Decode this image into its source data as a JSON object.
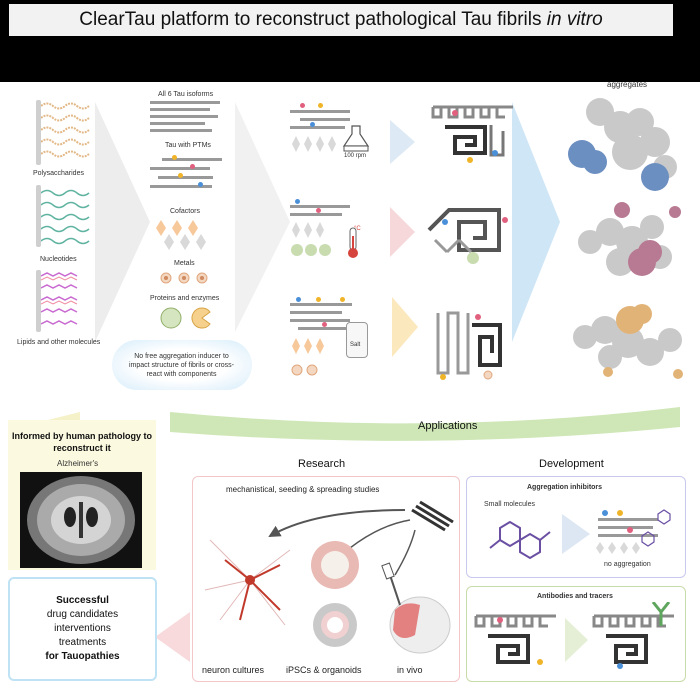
{
  "title": {
    "main": "ClearTau platform to reconstruct pathological Tau fibrils ",
    "italic": "in vitro"
  },
  "left_column": {
    "polysaccharides": "Polysaccharides",
    "nucleotides": "Nucleotides",
    "lipids": "Lipids and other molecules"
  },
  "components": {
    "isoforms": "All 6 Tau isoforms",
    "ptms": "Tau with PTMs",
    "cofactors": "Cofactors",
    "metals": "Metals",
    "proteins": "Proteins and enzymes",
    "note": "No free aggregation inducer to impact structure of fibrils or cross-react with components"
  },
  "conditions": {
    "rpm": "100 rpm",
    "salt": "Salt",
    "temp_unit": "°C"
  },
  "aggregates_label": "aggregates",
  "applications_label": "Applications",
  "informed": {
    "text": "Informed by human pathology to reconstruct it",
    "image_label": "Alzheimer's"
  },
  "research": {
    "header": "Research",
    "subtitle": "mechanistical, seeding & spreading studies",
    "neuron": "neuron cultures",
    "ipsc": "iPSCs & organoids",
    "invivo": "in vivo"
  },
  "development": {
    "header": "Development",
    "aggregation_inhibitors": "Aggregation inhibitors",
    "small_molecules": "Small molecules",
    "no_aggregation": "no aggregation",
    "antibodies": "Antibodies and tracers"
  },
  "outcome": {
    "line1": "Successful",
    "line2": "drug candidates",
    "line3": "interventions",
    "line4": "treatments",
    "line5": "for Tauopathies"
  },
  "colors": {
    "arrow_blue": "#a9cde8",
    "arrow_red": "#f2c5c9",
    "arrow_yellow": "#f6dfa8",
    "green_arc": "#c7e3a8"
  }
}
